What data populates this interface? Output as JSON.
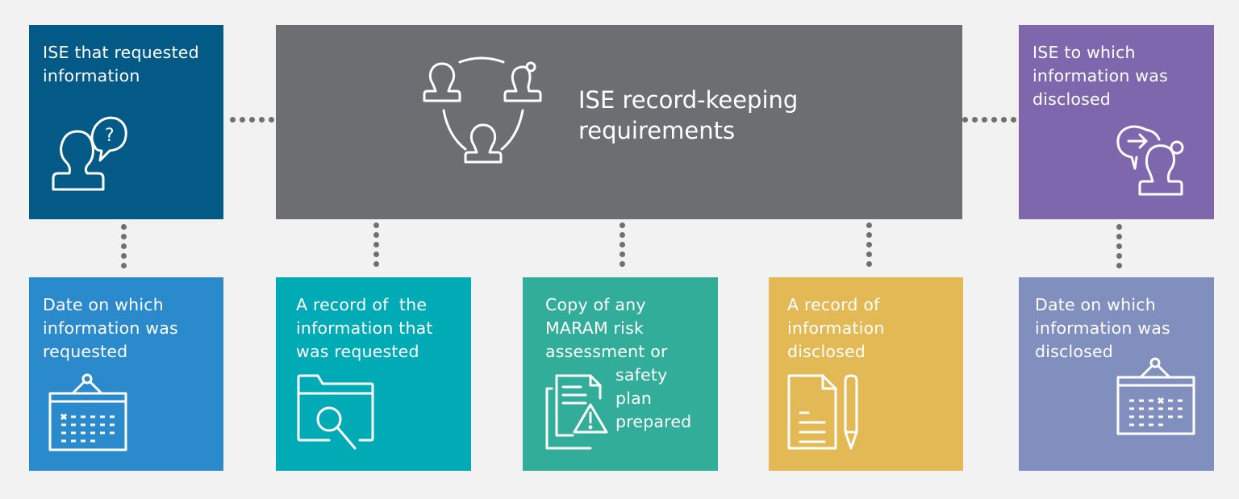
{
  "center": {
    "title_line1": "ISE record-keeping",
    "title_line2": "requirements",
    "icon": "people-network-icon",
    "color": "#6d6e71"
  },
  "top_left": {
    "line1": "ISE that requested",
    "line2": "information",
    "icon": "person-question-icon",
    "color": "#045a86"
  },
  "top_right": {
    "line1": "ISE to which",
    "line2": "information was",
    "line3": "disclosed",
    "icon": "person-disclose-icon",
    "color": "#7f67ae"
  },
  "bottom": [
    {
      "line1": "Date on which",
      "line2": "information was",
      "line3": "requested",
      "icon": "calendar-icon",
      "color": "#2b8acb"
    },
    {
      "line1": "A record of  the",
      "line2": "information that",
      "line3": "was requested",
      "icon": "folder-search-icon",
      "color": "#00abb6"
    },
    {
      "line1": "Copy of any",
      "line2": "MARAM risk",
      "line3": "assessment or",
      "line4": "safety",
      "line5": "plan",
      "line6": "prepared",
      "icon": "document-warning-icon",
      "color": "#31ad99"
    },
    {
      "line1": "A record of",
      "line2": "information",
      "line3": "disclosed",
      "icon": "document-pen-icon",
      "color": "#e2b954"
    },
    {
      "line1": "Date on which",
      "line2": "information was",
      "line3": "disclosed",
      "icon": "calendar-icon",
      "color": "#818fbf"
    }
  ],
  "connector_color": "#707070",
  "background": "#f2f2f2"
}
